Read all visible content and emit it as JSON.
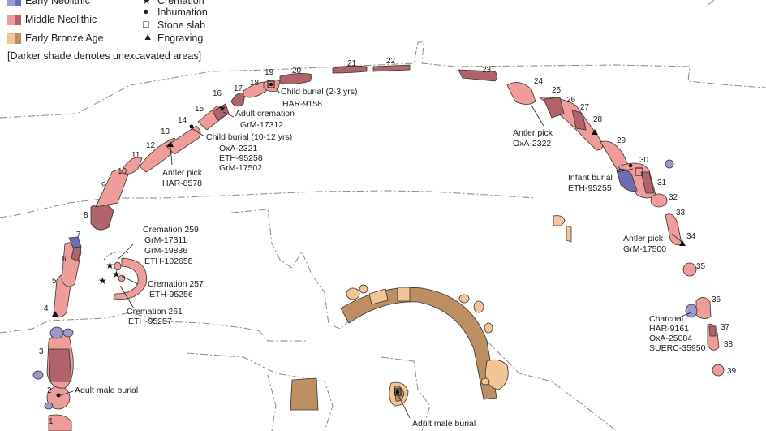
{
  "legend": {
    "periods": [
      {
        "label": "Early Neolithic",
        "light": "#9a99cf",
        "dark": "#6f6db2"
      },
      {
        "label": "Middle Neolithic",
        "light": "#ef9c9a",
        "dark": "#b0636a"
      },
      {
        "label": "Early Bronze Age",
        "light": "#f1c596",
        "dark": "#bd8e62"
      }
    ],
    "symbols": [
      {
        "label": "Cremation",
        "icon": "star-icon"
      },
      {
        "label": "Inhumation",
        "icon": "dot-icon"
      },
      {
        "label": "Stone slab",
        "icon": "square-icon"
      },
      {
        "label": "Engraving",
        "icon": "triangle-icon"
      }
    ],
    "note": "[Darker shade denotes unexcavated areas]"
  },
  "segments": [
    "1",
    "2",
    "3",
    "4",
    "5",
    "6",
    "7",
    "8",
    "9",
    "10",
    "11",
    "12",
    "13",
    "14",
    "15",
    "16",
    "17",
    "18",
    "19",
    "20",
    "21",
    "22",
    "23",
    "24",
    "25",
    "26",
    "27",
    "28",
    "29",
    "30",
    "31",
    "32",
    "33",
    "34",
    "35",
    "36",
    "37",
    "38",
    "39"
  ],
  "annotations": {
    "a1": {
      "l1": "Child burial (2-3 yrs)",
      "l2": "HAR-9158"
    },
    "a2": {
      "l1": "Adult cremation",
      "l2": "GrM-17312"
    },
    "a3": {
      "l1": "Child burial (10-12 yrs)",
      "l2": "OxA-2321",
      "l3": "ETH-95258",
      "l4": "GrM-17502"
    },
    "a4": {
      "l1": "Antler pick",
      "l2": "HAR-8578"
    },
    "a5": {
      "l1": "Cremation 259",
      "l2": "GrM-17311",
      "l3": "GrM-19836",
      "l4": "ETH-102658"
    },
    "a6": {
      "l1": "Cremation 257",
      "l2": "ETH-95256"
    },
    "a7": {
      "l1": "Cremation 261",
      "l2": "ETH-95257"
    },
    "a8": {
      "l1": "Adult male burial"
    },
    "a9": {
      "l1": "Antler pick",
      "l2": "OxA-2322"
    },
    "a10": {
      "l1": "Infant burial",
      "l2": "ETH-95255"
    },
    "a11": {
      "l1": "Antler pick",
      "l2": "GrM-17500"
    },
    "a12": {
      "l1": "Charcoal",
      "l2": "HAR-9161",
      "l3": "OxA-25084",
      "l4": "SUERC-35950"
    },
    "a13": {
      "l1": "Adult male burial"
    }
  }
}
